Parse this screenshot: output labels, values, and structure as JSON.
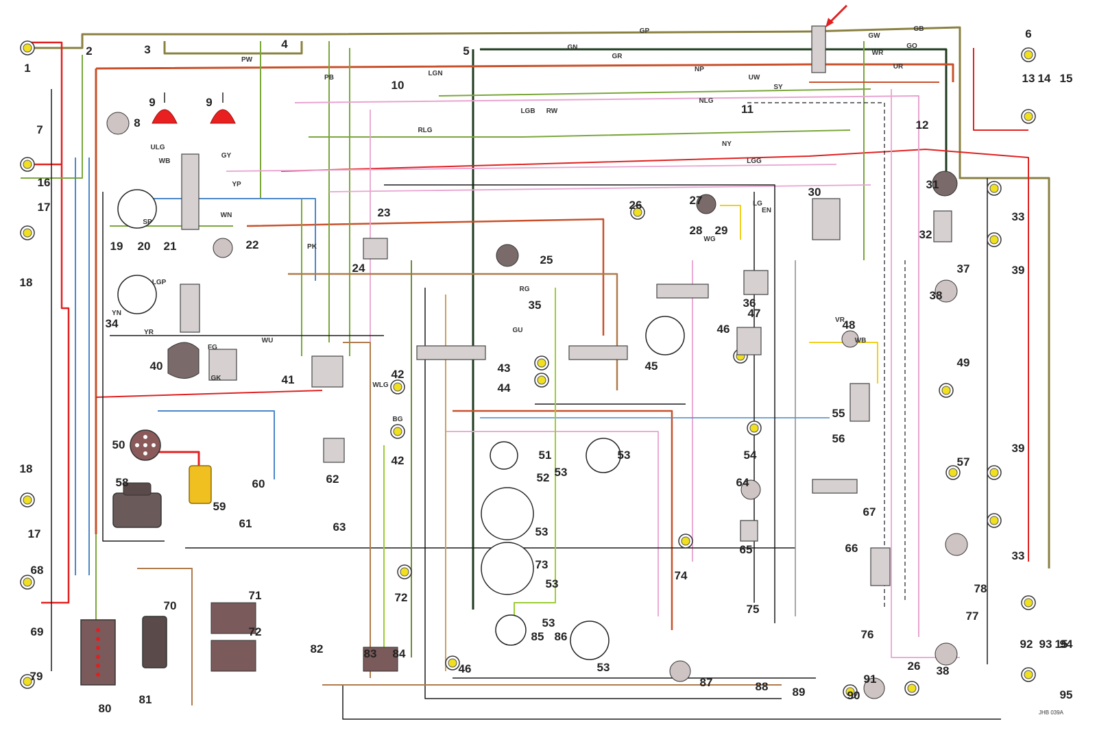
{
  "colors": {
    "background": "#ffffff",
    "wire_R": "#e02020",
    "wire_B": "#1a1a1a",
    "wire_G": "#7aa63a",
    "wire_N": "#b07a4a",
    "wire_P": "#e8a3d0",
    "wire_U": "#4a86c8",
    "wire_GR": "#c8502a",
    "wire_GN": "#8a8040",
    "wire_GB": "#1e3a1e",
    "wire_W": "#8a8a8a",
    "wire_Y": "#f0d020",
    "horn": "#e82020",
    "coil": "#f0c020",
    "lamp": "#f0e020",
    "component": "#8a7a7a",
    "annotation_arrow": "#e02020"
  },
  "wire_codes": [
    "GP",
    "GW",
    "GB",
    "GN",
    "GR",
    "GO",
    "WR",
    "PW",
    "NP",
    "UR",
    "UW",
    "PB",
    "LGN",
    "LGB",
    "NLG",
    "RLG",
    "ULG",
    "WB",
    "GY",
    "NY",
    "LGG",
    "RW",
    "SY",
    "SP",
    "WN",
    "YP",
    "PK",
    "LGP",
    "YN",
    "YR",
    "FG",
    "GK",
    "WU",
    "WLG",
    "BG",
    "RG",
    "GU",
    "LG",
    "EN",
    "WG",
    "VR",
    "WB"
  ],
  "footnote": "JHB 039A",
  "components": [
    {
      "n": "1"
    },
    {
      "n": "2"
    },
    {
      "n": "3"
    },
    {
      "n": "4"
    },
    {
      "n": "5"
    },
    {
      "n": "6"
    },
    {
      "n": "7"
    },
    {
      "n": "8"
    },
    {
      "n": "9"
    },
    {
      "n": "9"
    },
    {
      "n": "10"
    },
    {
      "n": "11"
    },
    {
      "n": "12"
    },
    {
      "n": "13"
    },
    {
      "n": "14"
    },
    {
      "n": "15"
    },
    {
      "n": "16"
    },
    {
      "n": "17"
    },
    {
      "n": "18"
    },
    {
      "n": "19"
    },
    {
      "n": "20"
    },
    {
      "n": "21"
    },
    {
      "n": "22"
    },
    {
      "n": "23"
    },
    {
      "n": "24"
    },
    {
      "n": "25"
    },
    {
      "n": "26"
    },
    {
      "n": "27"
    },
    {
      "n": "28"
    },
    {
      "n": "29"
    },
    {
      "n": "30"
    },
    {
      "n": "31"
    },
    {
      "n": "32"
    },
    {
      "n": "33"
    },
    {
      "n": "34"
    },
    {
      "n": "35"
    },
    {
      "n": "36"
    },
    {
      "n": "37"
    },
    {
      "n": "38"
    },
    {
      "n": "39"
    },
    {
      "n": "40"
    },
    {
      "n": "41"
    },
    {
      "n": "42"
    },
    {
      "n": "42"
    },
    {
      "n": "43"
    },
    {
      "n": "44"
    },
    {
      "n": "45"
    },
    {
      "n": "46"
    },
    {
      "n": "47"
    },
    {
      "n": "48"
    },
    {
      "n": "49"
    },
    {
      "n": "50"
    },
    {
      "n": "51"
    },
    {
      "n": "52"
    },
    {
      "n": "53"
    },
    {
      "n": "53"
    },
    {
      "n": "53"
    },
    {
      "n": "53"
    },
    {
      "n": "53"
    },
    {
      "n": "53"
    },
    {
      "n": "54"
    },
    {
      "n": "55"
    },
    {
      "n": "56"
    },
    {
      "n": "57"
    },
    {
      "n": "58"
    },
    {
      "n": "59"
    },
    {
      "n": "60"
    },
    {
      "n": "61"
    },
    {
      "n": "62"
    },
    {
      "n": "63"
    },
    {
      "n": "64"
    },
    {
      "n": "65"
    },
    {
      "n": "66"
    },
    {
      "n": "67"
    },
    {
      "n": "68"
    },
    {
      "n": "69"
    },
    {
      "n": "70"
    },
    {
      "n": "71"
    },
    {
      "n": "72"
    },
    {
      "n": "72"
    },
    {
      "n": "73"
    },
    {
      "n": "74"
    },
    {
      "n": "75"
    },
    {
      "n": "76"
    },
    {
      "n": "77"
    },
    {
      "n": "78"
    },
    {
      "n": "79"
    },
    {
      "n": "80"
    },
    {
      "n": "81"
    },
    {
      "n": "82"
    },
    {
      "n": "83"
    },
    {
      "n": "84"
    },
    {
      "n": "85"
    },
    {
      "n": "86"
    },
    {
      "n": "87"
    },
    {
      "n": "88"
    },
    {
      "n": "89"
    },
    {
      "n": "90"
    },
    {
      "n": "91"
    },
    {
      "n": "92"
    },
    {
      "n": "93"
    },
    {
      "n": "94"
    },
    {
      "n": "95"
    },
    {
      "n": "17"
    },
    {
      "n": "18"
    },
    {
      "n": "33"
    },
    {
      "n": "39"
    },
    {
      "n": "38"
    },
    {
      "n": "46"
    },
    {
      "n": "26"
    },
    {
      "n": "15"
    }
  ]
}
